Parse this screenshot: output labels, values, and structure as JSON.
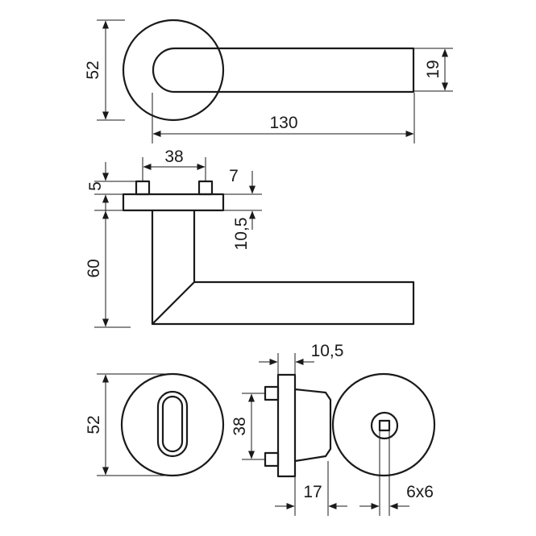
{
  "dimensions": {
    "top_rosette_diameter": "52",
    "lever_thickness": "19",
    "lever_length": "130",
    "pin_spacing": "38",
    "pin_height": "5",
    "rosette_thickness": "7",
    "neck_offset": "10,5",
    "lever_height": "60",
    "key_rosette_diameter": "52",
    "side_pin_spacing": "38",
    "side_rosette_thickness": "10,5",
    "side_body_depth": "17",
    "square_spindle": "6x6"
  },
  "colors": {
    "line": "#1a1a1a",
    "background": "#ffffff"
  }
}
